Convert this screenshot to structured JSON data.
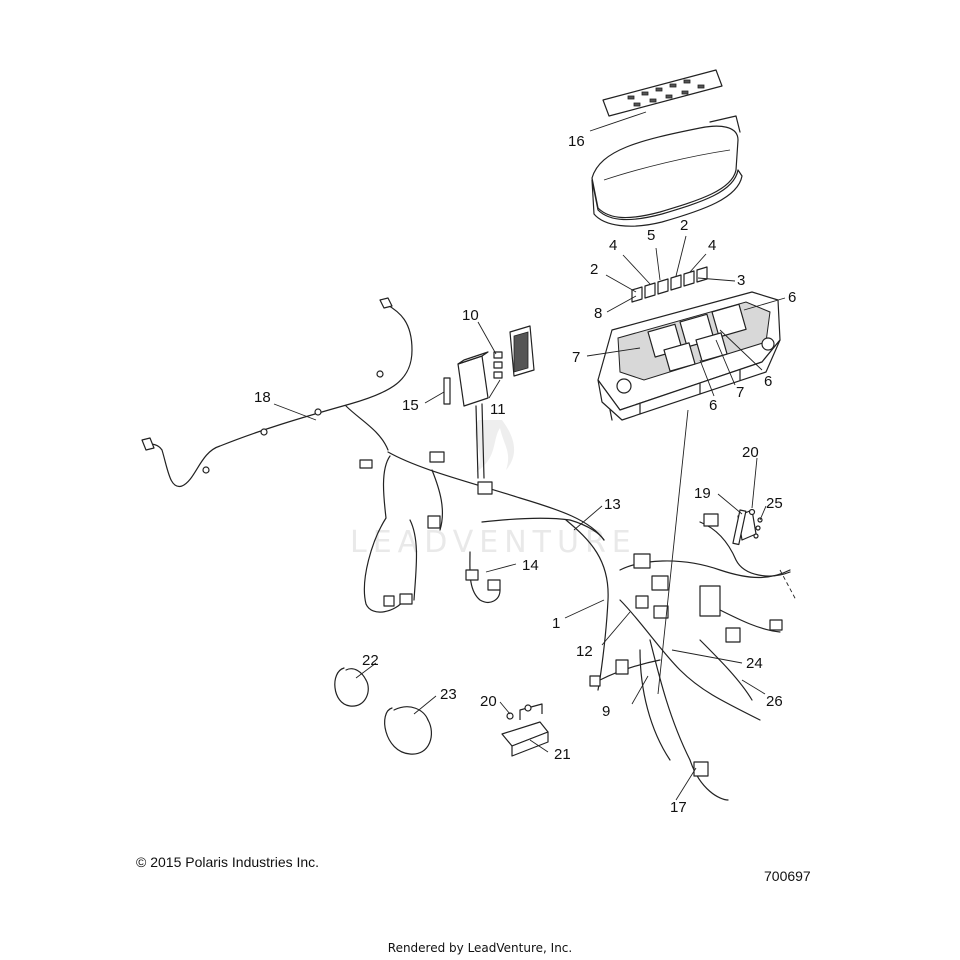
{
  "watermark": "LEADVENTURE",
  "footer": {
    "copyright": "© 2015 Polaris Industries Inc.",
    "figure_number": "700697",
    "rendered_by": "Rendered by LeadVenture, Inc."
  },
  "callouts": {
    "c1": "1",
    "c2a": "2",
    "c2b": "2",
    "c3": "3",
    "c4a": "4",
    "c4b": "4",
    "c5": "5",
    "c6a": "6",
    "c6b": "6",
    "c6c": "6",
    "c7a": "7",
    "c7b": "7",
    "c8": "8",
    "c9": "9",
    "c10": "10",
    "c11": "11",
    "c12": "12",
    "c13": "13",
    "c14": "14",
    "c15": "15",
    "c16": "16",
    "c17": "17",
    "c18": "18",
    "c19": "19",
    "c20a": "20",
    "c20b": "20",
    "c21": "21",
    "c22": "22",
    "c23": "23",
    "c24": "24",
    "c25": "25",
    "c26": "26"
  }
}
